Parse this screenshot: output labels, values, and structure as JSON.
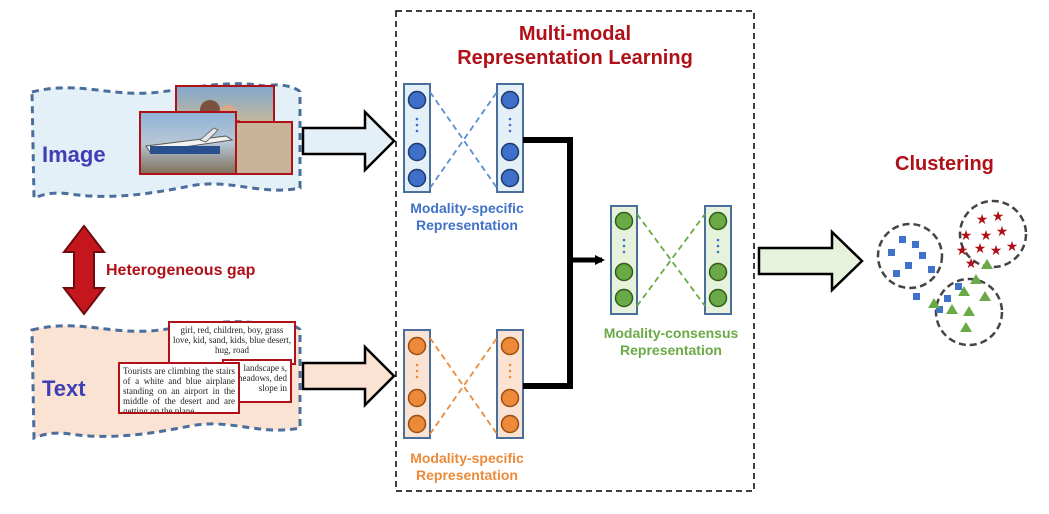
{
  "title": {
    "line1": "Multi-modal",
    "line2": "Representation Learning"
  },
  "modalities": {
    "image_label": "Image",
    "text_label": "Text",
    "gap_label": "Heterogeneous gap"
  },
  "text_samples": {
    "back_card": "girl, red, children, boy, grass love, kid, sand, kids, blue desert, hug, road",
    "middle_card": "landscape s, meadows, ded slope in",
    "front_card": "Tourists are climbing the stairs of a white and blue airplane standing on an airport in the middle of the desert and are getting on the plane"
  },
  "representations": {
    "image_specific": {
      "line1": "Modality-specific",
      "line2": "Representation"
    },
    "text_specific": {
      "line1": "Modality-specific",
      "line2": "Representation"
    },
    "consensus": {
      "line1": "Modality-consensus",
      "line2": "Representation"
    }
  },
  "clustering_label": "Clustering",
  "colors": {
    "title_red": "#b01018",
    "label_blue": "#3f3fb5",
    "image_node": "#3f6fc8",
    "text_node": "#ec8a3a",
    "consensus_node": "#6aaa46",
    "image_bg": "#e4f0f8",
    "text_bg": "#fbe3d4",
    "consensus_bg": "#e7f2dd",
    "frame_blue": "#4a6f9c",
    "cluster_square": "#3f72c8",
    "cluster_star": "#b01018",
    "cluster_triangle": "#6aaa46"
  }
}
